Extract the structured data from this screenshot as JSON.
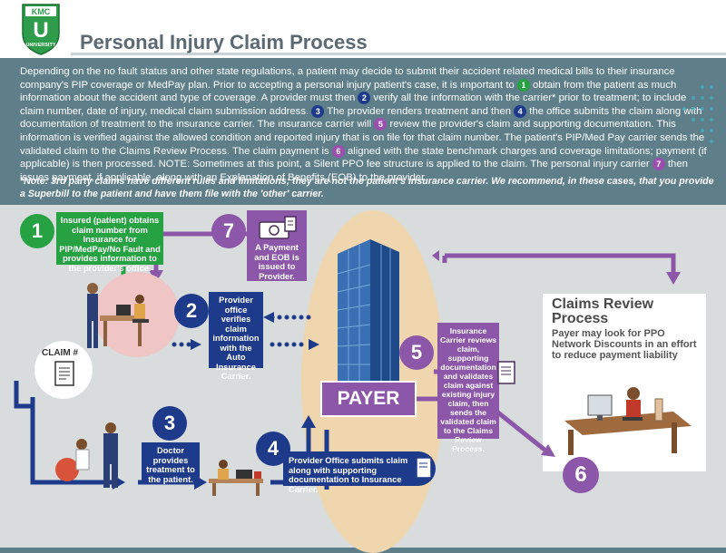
{
  "logo": {
    "brand": "KMC",
    "letter": "U",
    "subtitle": "UNIVERSITY"
  },
  "title": "Personal Injury Claim Process",
  "intro": [
    {
      "t": "Depending on the no fault status and other state regulations, a patient may decide to submit their accident related medical bills to their insurance company's PIP coverage or MedPay plan. Prior to accepting a personal  injury patient's case, it is important to "
    },
    {
      "n": "1",
      "c": "g"
    },
    {
      "t": " obtain from the patient as much information about the accident and type of coverage. A provider must then "
    },
    {
      "n": "2",
      "c": "b"
    },
    {
      "t": " verify all the information with the carrier* prior to treatment; to include claim number, date of injury, medical claim submission address. "
    },
    {
      "n": "3",
      "c": "b"
    },
    {
      "t": " The provider renders treatment and then "
    },
    {
      "n": "4",
      "c": "b"
    },
    {
      "t": " the office submits the claim along with documentation of treatment to the insurance carrier. The insurance carrier will "
    },
    {
      "n": "5",
      "c": "p"
    },
    {
      "t": " review the provider's claim and supporting documentation. This information is verified against the allowed condition and reported injury that is on file for that claim number. The patient's PIP/Med Pay carrier sends the validated  claim to the Claims Review Process. The claim payment is "
    },
    {
      "n": "6",
      "c": "p"
    },
    {
      "t": " aligned with the state benchmark charges and coverage limitations; payment (if applicable) is then processed. NOTE: Sometimes at this point, a Silent PPO fee structure is applied to the claim. The personal injury carrier "
    },
    {
      "n": "7",
      "c": "p"
    },
    {
      "t": " then issues payment, if applicable, along with an Explanation of Benefits (EOB) to the provider."
    }
  ],
  "note": "*Note: 3rd party claims have different rules and limitations; they are not the patient's insurance carrier. We recommend, in these cases,  that you provide a Superbill to the patient and have them file with the 'other' carrier.",
  "steps": {
    "s1": {
      "num": "1",
      "text": "Insured (patient) obtains claim number from Insurance for PIP/MedPay/No Fault and provides information to the provider's office."
    },
    "s2": {
      "num": "2",
      "text": "Provider office verifies claim information with the Auto Insurance Carrier."
    },
    "s3": {
      "num": "3",
      "text": "Doctor provides treatment to the patient."
    },
    "s4": {
      "num": "4",
      "text": "Provider Office submits claim along with supporting documentation to Insurance Carrier."
    },
    "s5": {
      "num": "5",
      "text": "Insurance Carrier reviews claim, supporting documentation and validates claim against existing injury claim, then sends the validated claim to the Claims Review Process."
    },
    "s6": {
      "num": "6"
    },
    "s7": {
      "num": "7",
      "text": "A Payment and EOB is issued to Provider."
    }
  },
  "claim_badge": "CLAIM #",
  "payer": "PAYER",
  "claims_review": {
    "title": "Claims Review Process",
    "subtitle": "Payer may look for PPO Network Discounts in an effort to reduce payment liability"
  },
  "colors": {
    "green": "#27a243",
    "navy": "#1e3a8a",
    "purple": "#8c57a8",
    "teal": "#5e7f8a",
    "tan": "#efd6ae"
  }
}
